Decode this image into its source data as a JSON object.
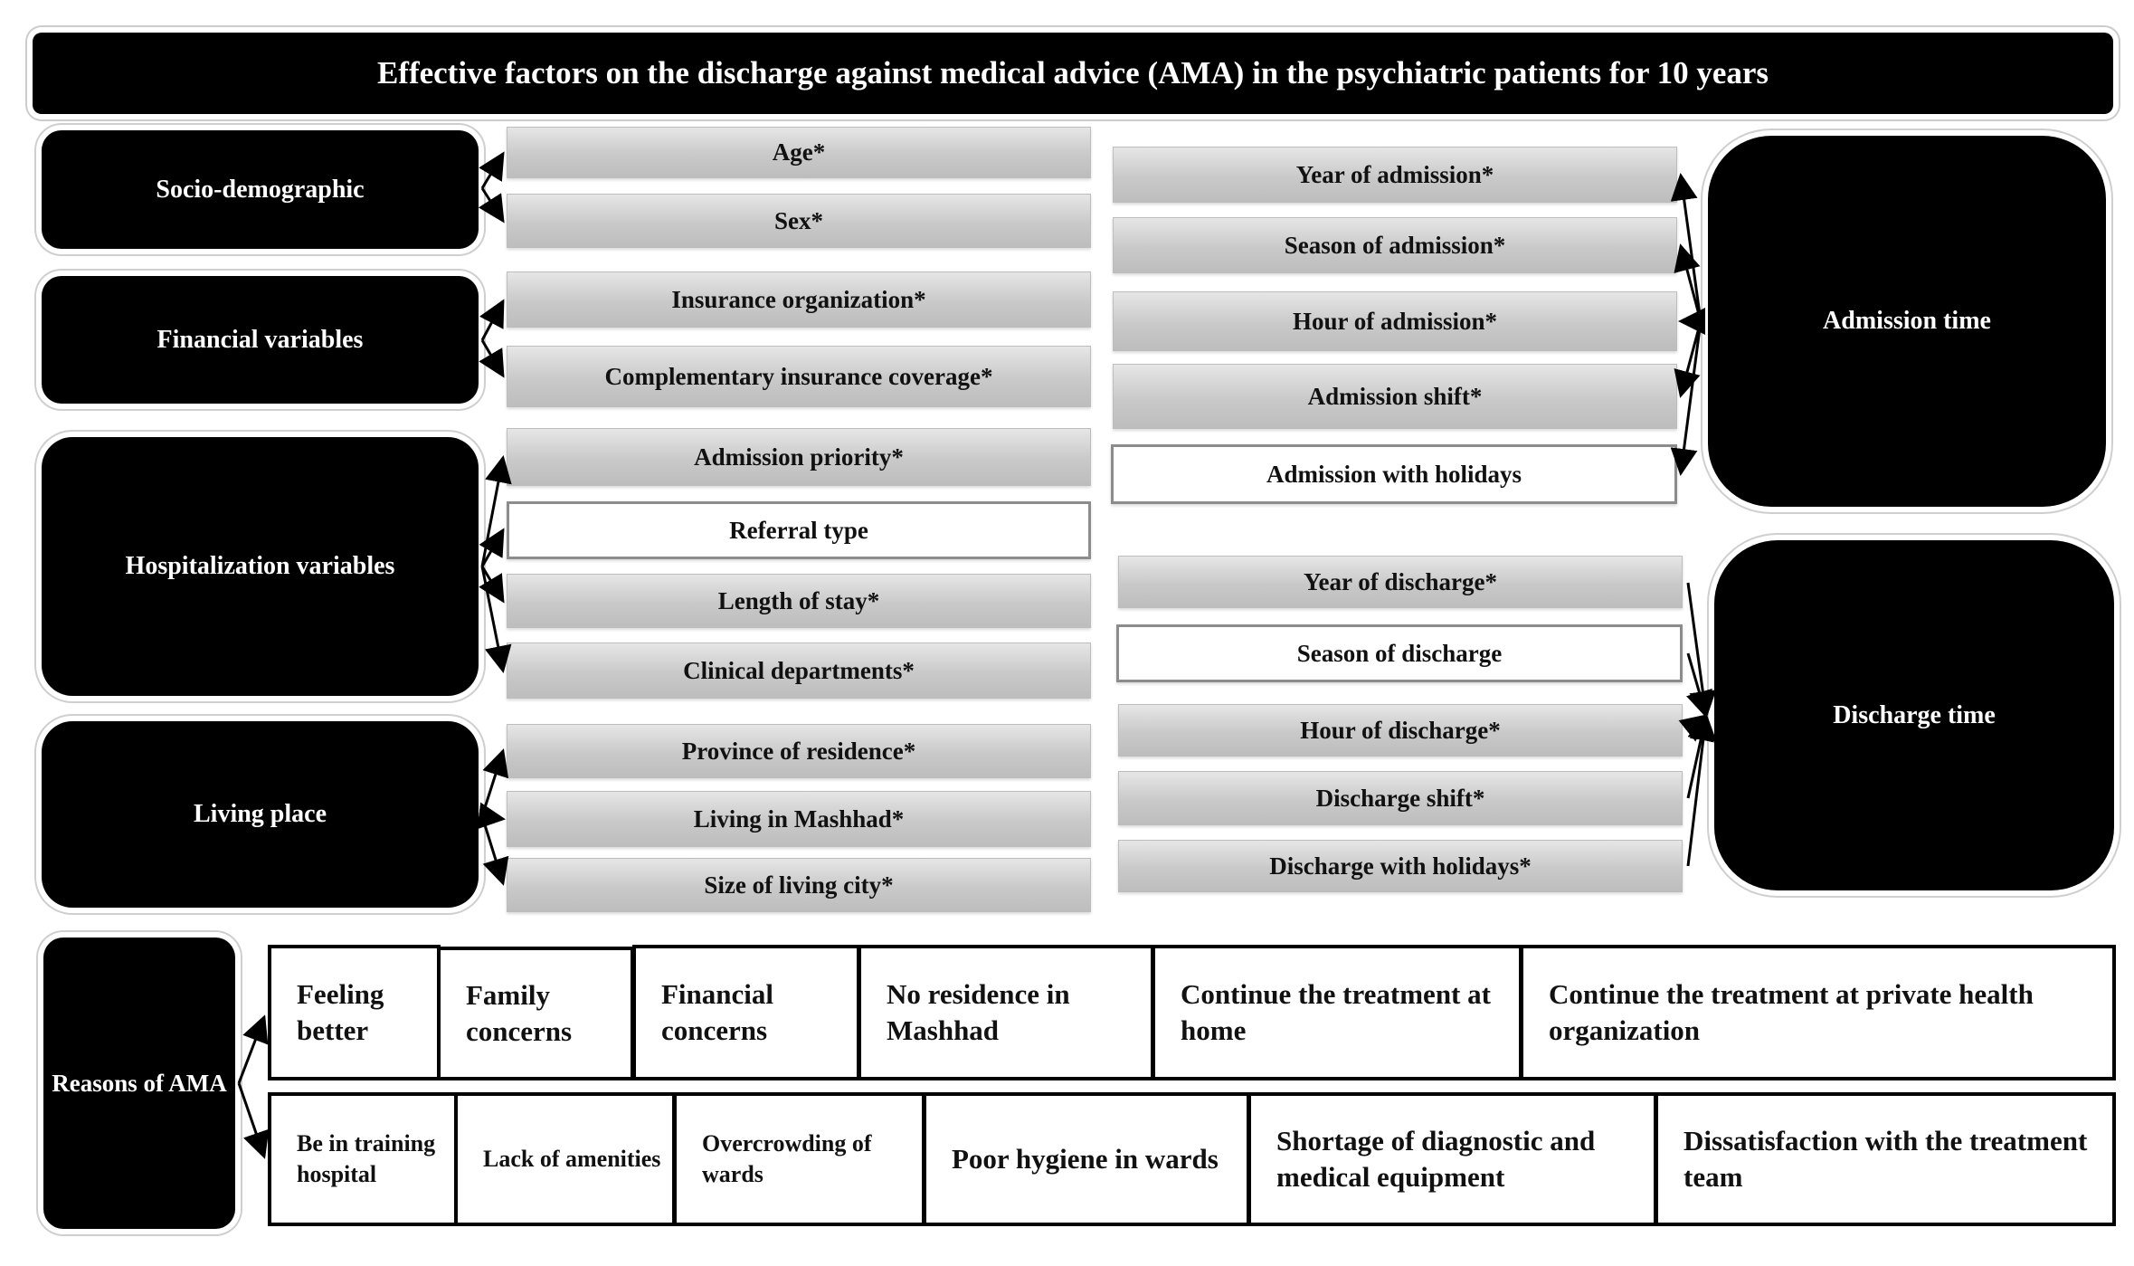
{
  "title": "Effective factors on the discharge against medical advice (AMA) in the psychiatric patients for 10 years",
  "categories": {
    "socio": "Socio-demographic",
    "financial": "Financial variables",
    "hospitalization": "Hospitalization variables",
    "living": "Living place",
    "admission_time": "Admission time",
    "discharge_time": "Discharge time",
    "reasons": "Reasons of AMA"
  },
  "left_factors": {
    "age": "Age*",
    "sex": "Sex*",
    "insurance": "Insurance organization*",
    "complementary": "Complementary insurance coverage*",
    "priority": "Admission priority*",
    "referral": "Referral type",
    "length": "Length of stay*",
    "clinical": "Clinical departments*",
    "province": "Province of residence*",
    "mashhad": "Living in Mashhad*",
    "city_size": "Size of living city*"
  },
  "right_factors": {
    "year_adm": "Year of admission*",
    "season_adm": "Season of admission*",
    "hour_adm": "Hour of admission*",
    "shift_adm": "Admission shift*",
    "holidays_adm": "Admission with holidays",
    "year_dis": "Year of discharge*",
    "season_dis": "Season of discharge",
    "hour_dis": "Hour of discharge*",
    "shift_dis": "Discharge shift*",
    "holidays_dis": "Discharge with holidays*"
  },
  "reasons_row1": [
    "Feeling better",
    "Family concerns",
    "Financial concerns",
    "No residence in Mashhad",
    "Continue the treatment at home",
    "Continue the treatment at private health organization"
  ],
  "reasons_row2": [
    "Be in training hospital",
    "Lack of amenities",
    "Overcrowding of wards",
    "Poor hygiene in wards",
    "Shortage of diagnostic and medical equipment",
    "Dissatisfaction with the treatment team"
  ]
}
